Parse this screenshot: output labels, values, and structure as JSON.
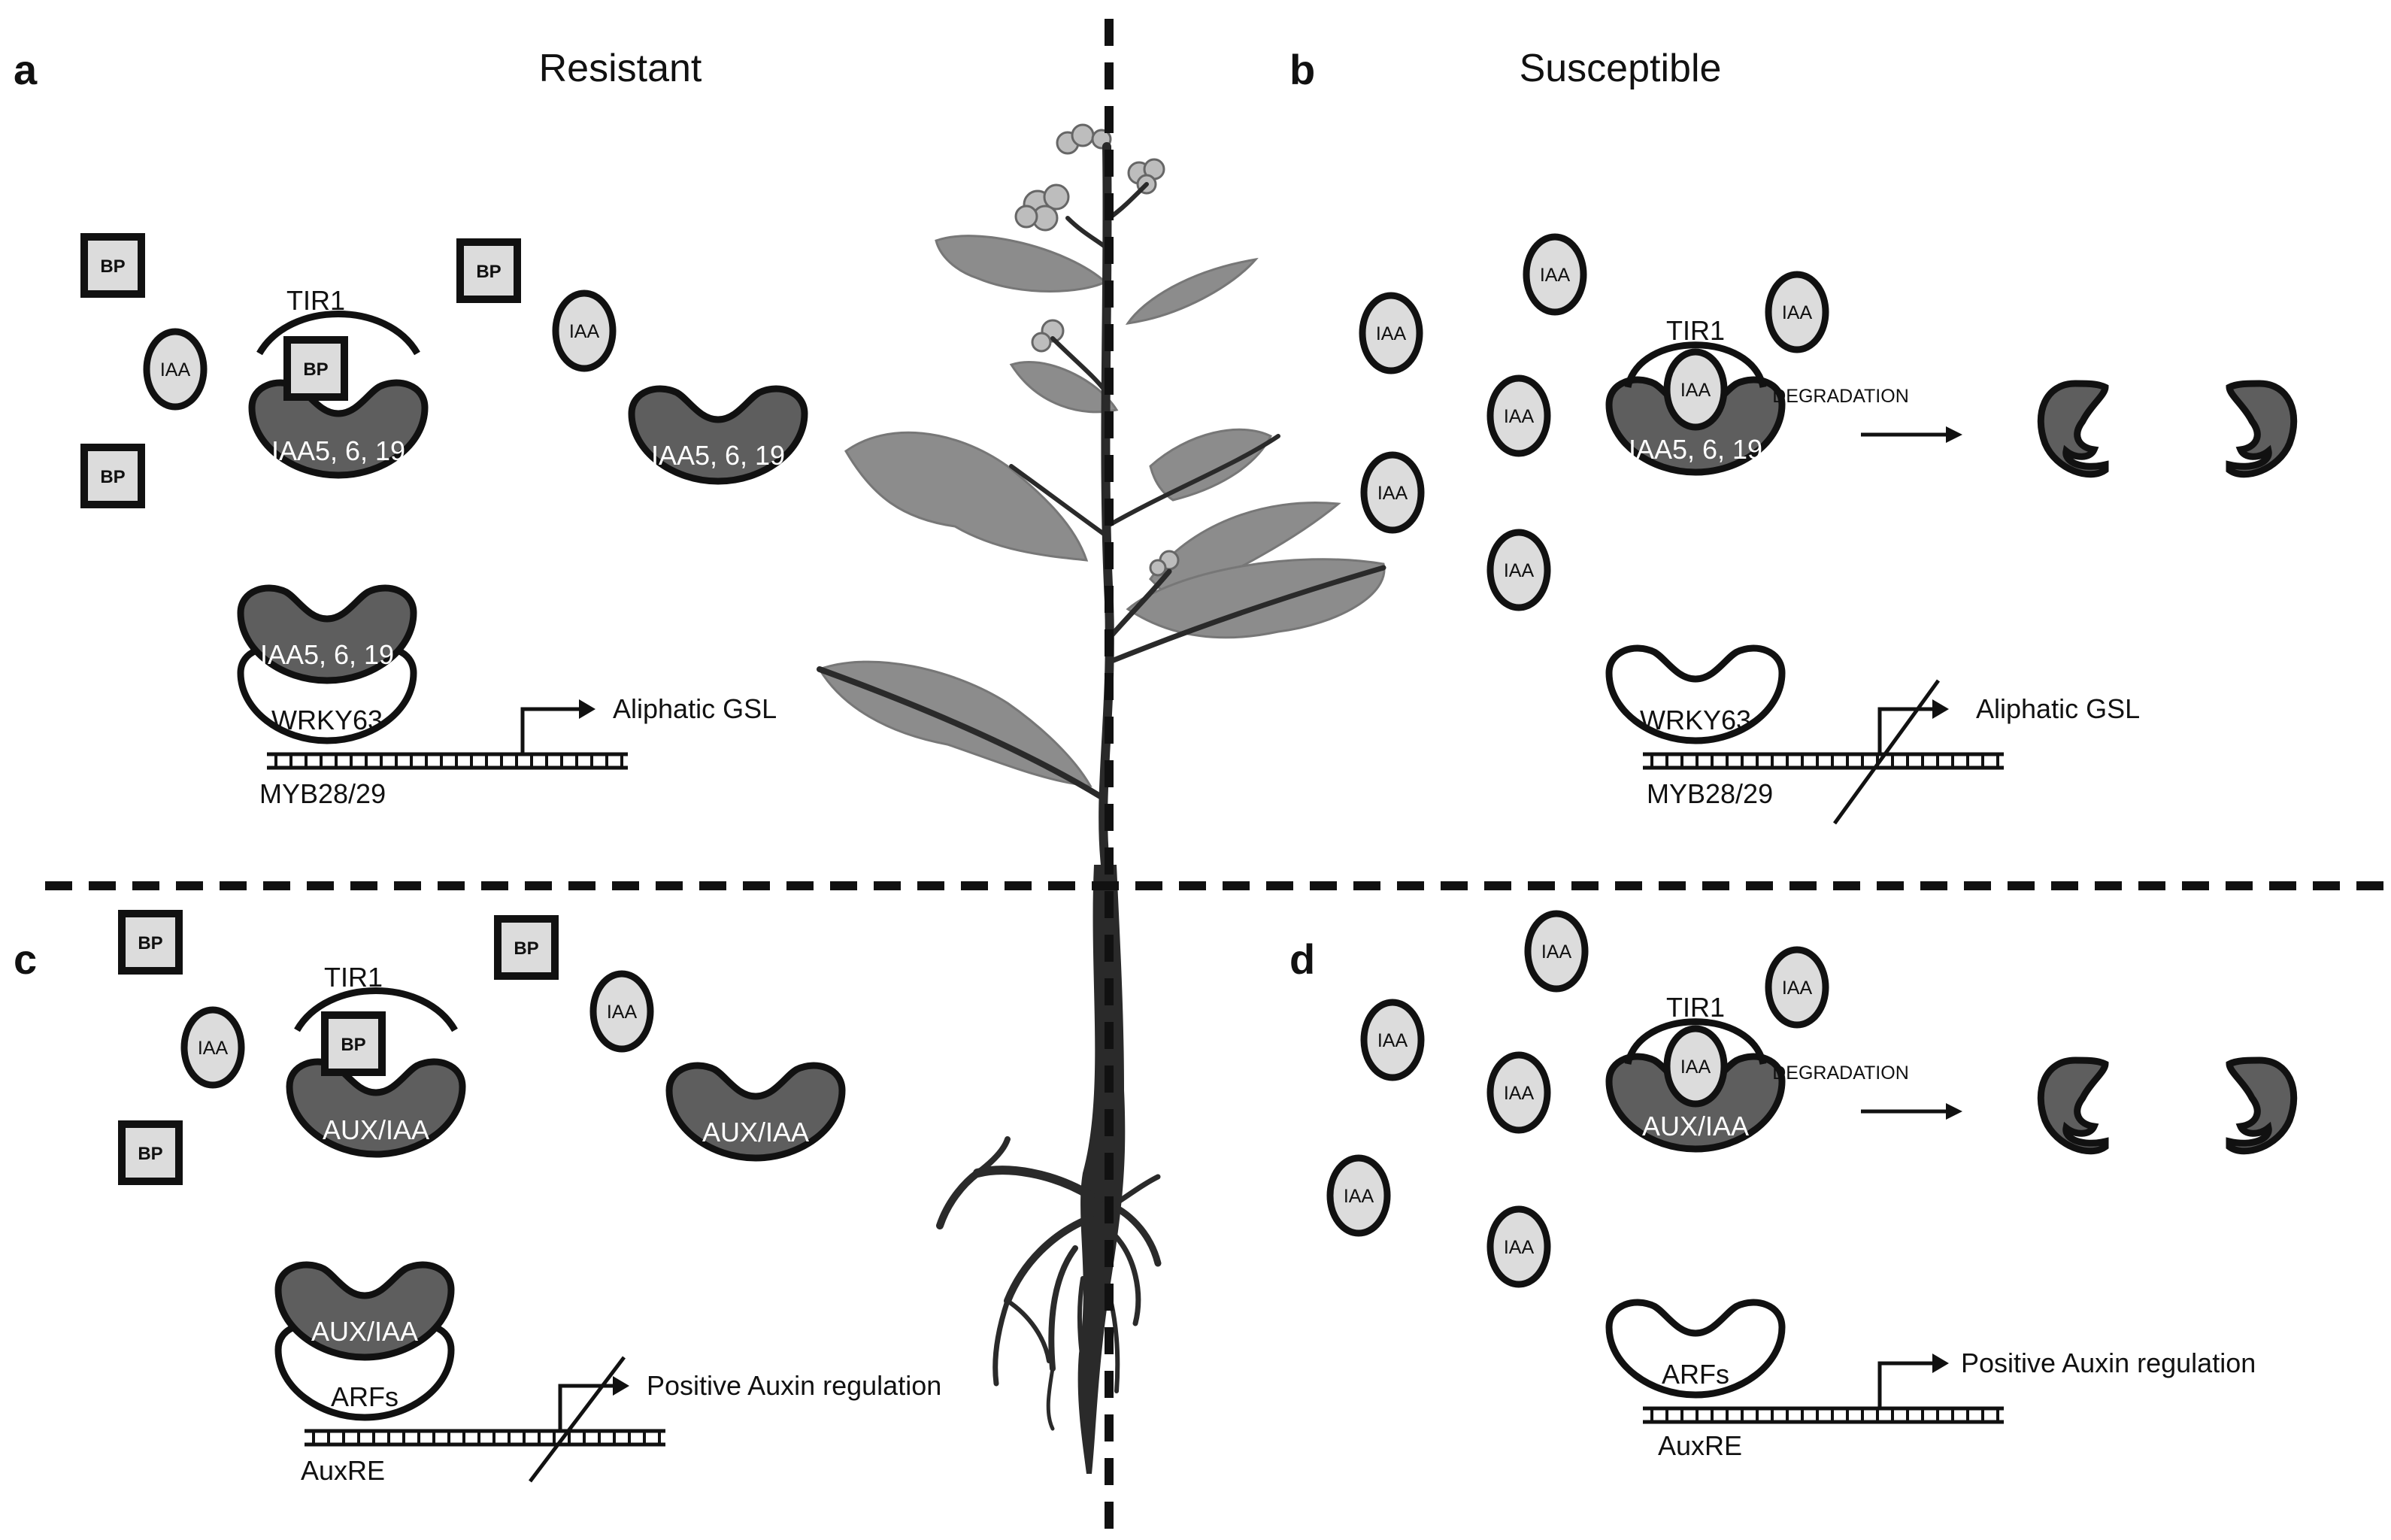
{
  "panels": {
    "a": "a",
    "b": "b",
    "c": "c",
    "d": "d"
  },
  "titles": {
    "resistant": "Resistant",
    "susceptible": "Susceptible"
  },
  "molecules": {
    "bp": "BP",
    "iaa": "IAA"
  },
  "proteins": {
    "tir1": "TIR1",
    "iaa_repressor": "IAA5, 6, 19",
    "aux_iaa": "AUX/IAA",
    "wrky63": "WRKY63",
    "arfs": "ARFs"
  },
  "dna": {
    "myb": "MYB28/29",
    "auxre": "AuxRE"
  },
  "outputs": {
    "gsl": "Aliphatic GSL",
    "auxin": "Positive Auxin regulation"
  },
  "process": {
    "degradation": "DEGRADATION"
  },
  "colors": {
    "dark_protein": "#5e5e5e",
    "light_fill": "#dcdcdc",
    "leaf": "#8c8c8c",
    "stem": "#2a2a2a"
  }
}
